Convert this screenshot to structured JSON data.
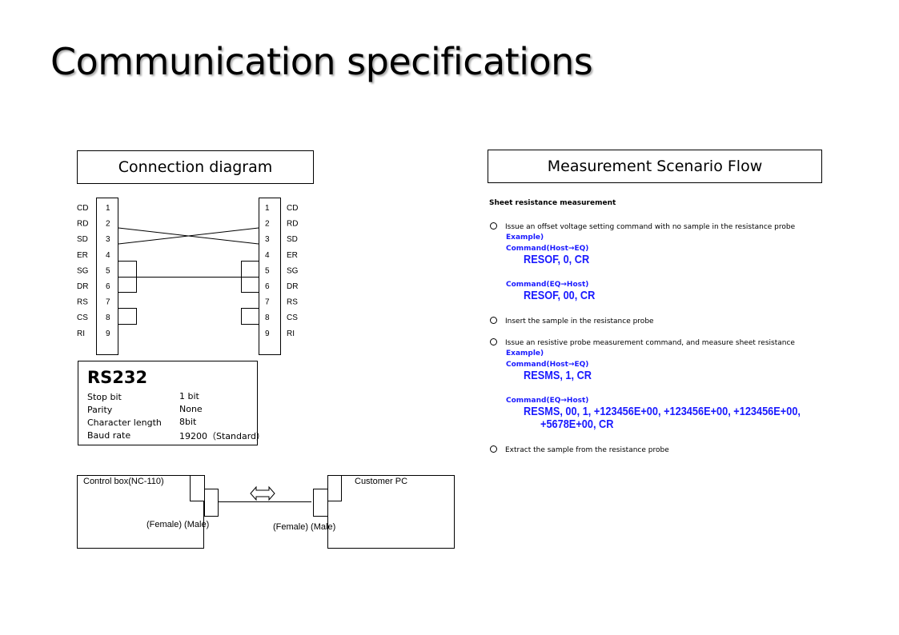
{
  "page": {
    "title": "Communication specifications"
  },
  "headers": {
    "connection": "Connection diagram",
    "flow": "Measurement Scenario Flow"
  },
  "connector": {
    "left_signals": [
      "CD",
      "RD",
      "SD",
      "ER",
      "SG",
      "DR",
      "RS",
      "CS",
      "RI"
    ],
    "right_signals": [
      "CD",
      "RD",
      "SD",
      "ER",
      "SG",
      "DR",
      "RS",
      "CS",
      "RI"
    ],
    "pins": [
      "1",
      "2",
      "3",
      "4",
      "5",
      "6",
      "7",
      "8",
      "9"
    ]
  },
  "rs232": {
    "title": "RS232",
    "rows": [
      {
        "label": "Stop bit",
        "value": "1 bit"
      },
      {
        "label": "Parity",
        "value": "None"
      },
      {
        "label": "Character length",
        "value": "8bit"
      },
      {
        "label": "Baud rate",
        "value": "19200（Standard）"
      }
    ]
  },
  "hardware": {
    "left_box": "Control box(NC-110)",
    "right_box": "Customer PC",
    "left_conn": "(Female) (Male)",
    "right_conn": "(Female) (Male)",
    "arrow_icon": "double-arrow-icon"
  },
  "flow": {
    "heading": "Sheet resistance measurement",
    "steps": [
      {
        "text": "Issue an offset voltage setting command with no sample in the resistance probe",
        "example": "Example)",
        "cmd1_label": "Command(Host→EQ)",
        "cmd1": "RESOF, 0, CR",
        "cmd2_label": "Command(EQ→Host)",
        "cmd2": "RESOF, 00, CR"
      },
      {
        "text": "Insert the sample in the resistance probe"
      },
      {
        "text": "Issue an resistive probe measurement command, and measure sheet resistance",
        "example": "Example)",
        "cmd1_label": "Command(Host→EQ)",
        "cmd1": "RESMS, 1, CR",
        "cmd2_label": "Command(EQ→Host)",
        "cmd2_line1": "RESMS, 00, 1, +123456E+00, +123456E+00, +123456E+00,",
        "cmd2_line2": "+5678E+00, CR"
      },
      {
        "text": "Extract the sample from the resistance probe"
      }
    ]
  },
  "colors": {
    "command_blue": "#1a1aff"
  }
}
